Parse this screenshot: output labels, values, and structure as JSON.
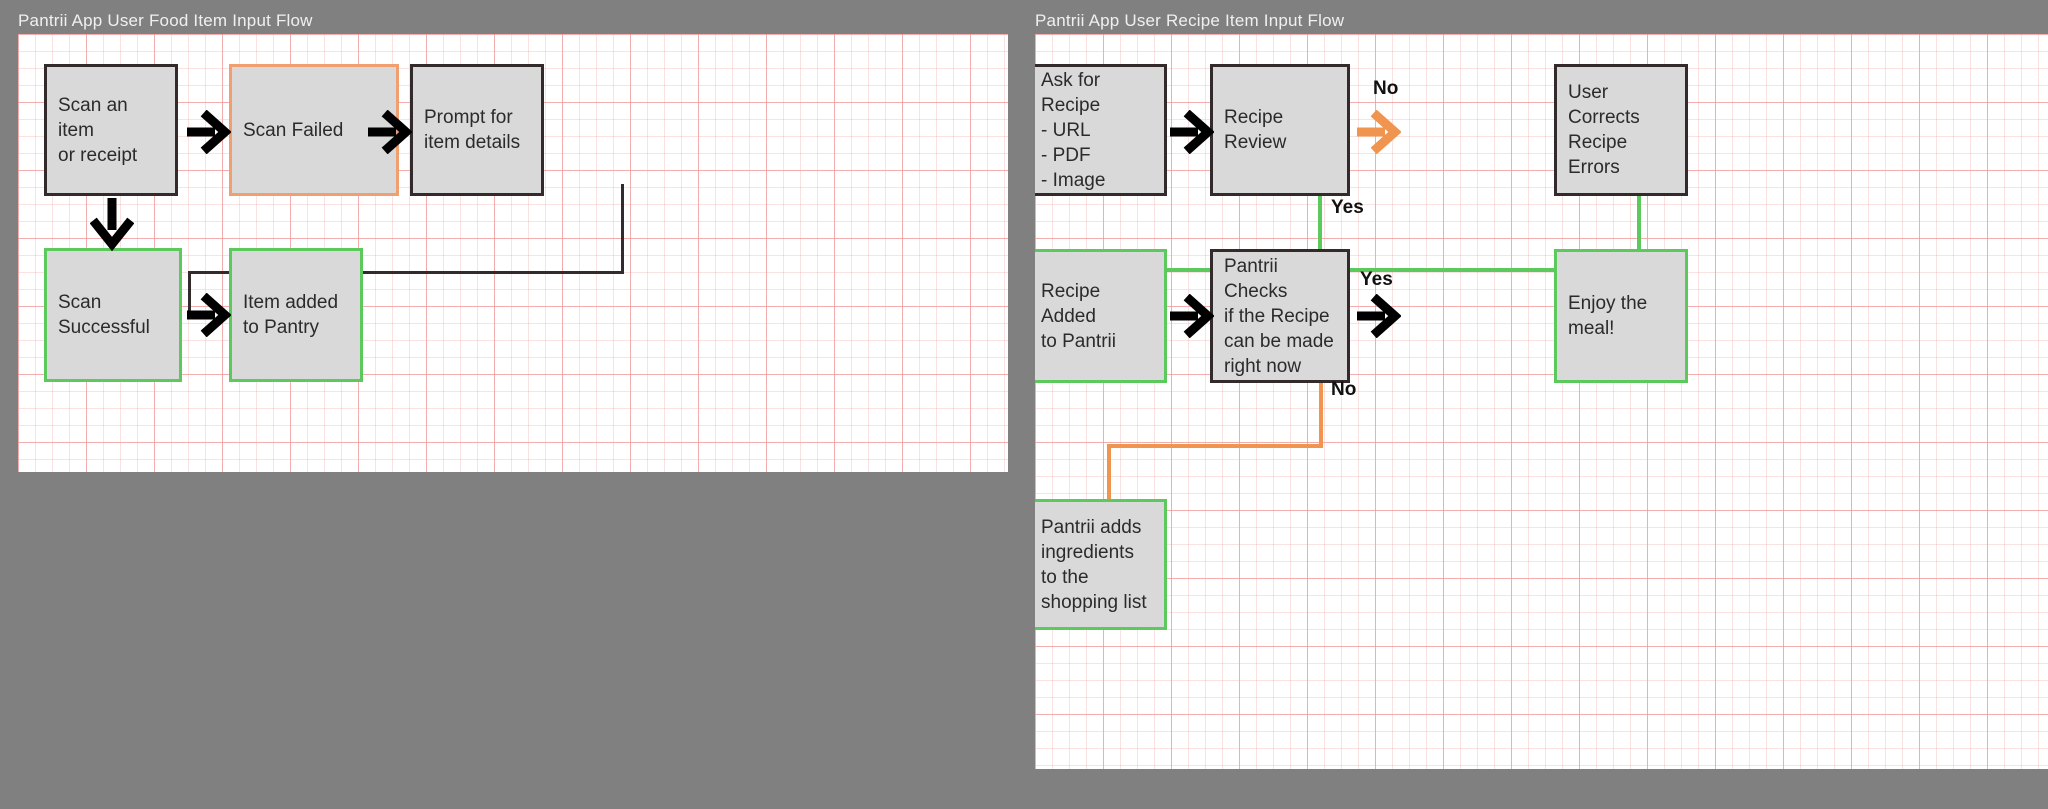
{
  "canvas_bg": "#808080",
  "panels": [
    {
      "id": "food-flow",
      "title": "Pantrii App User Food Item Input Flow",
      "nodes": [
        {
          "id": "scan-item",
          "label": "Scan an item\nor receipt",
          "border": "dark"
        },
        {
          "id": "scan-failed",
          "label": "Scan Failed",
          "border": "orange"
        },
        {
          "id": "prompt-details",
          "label": "Prompt for\nitem details",
          "border": "dark"
        },
        {
          "id": "scan-successful",
          "label": "Scan\nSuccessful",
          "border": "green"
        },
        {
          "id": "item-added",
          "label": "Item added\nto Pantry",
          "border": "green"
        }
      ],
      "edge_labels": []
    },
    {
      "id": "recipe-flow",
      "title": "Pantrii App User Recipe Item Input Flow",
      "nodes": [
        {
          "id": "ask-for-recipe",
          "label": "Ask for Recipe\n- URL\n- PDF\n- Image",
          "border": "dark"
        },
        {
          "id": "recipe-review",
          "label": "Recipe Review",
          "border": "dark"
        },
        {
          "id": "user-corrects",
          "label": "User Corrects\nRecipe Errors",
          "border": "dark"
        },
        {
          "id": "recipe-added",
          "label": "Recipe Added\nto Pantrii",
          "border": "green"
        },
        {
          "id": "pantrii-checks",
          "label": "Pantrii Checks\nif the Recipe\ncan be made\nright now",
          "border": "dark"
        },
        {
          "id": "enjoy-meal",
          "label": "Enjoy the\nmeal!",
          "border": "green"
        },
        {
          "id": "adds-ingredients",
          "label": "Pantrii adds\ningredients\nto the\nshopping list",
          "border": "green"
        }
      ],
      "edge_labels": [
        {
          "id": "no-review",
          "text": "No"
        },
        {
          "id": "yes-review",
          "text": "Yes"
        },
        {
          "id": "yes-check",
          "text": "Yes"
        },
        {
          "id": "no-check",
          "text": "No"
        }
      ]
    }
  ],
  "colors": {
    "node_fill": "#d9d9d9",
    "border_dark": "#332b2b",
    "border_green": "#5cc95c",
    "border_orange": "#f0a070",
    "arrow_black": "#000000",
    "arrow_orange": "#f0954f",
    "line_green": "#5cc95c",
    "grid_minor": "#f0a0a0",
    "grid_major": "#eb7878",
    "title_text": "#f0f0f0"
  }
}
